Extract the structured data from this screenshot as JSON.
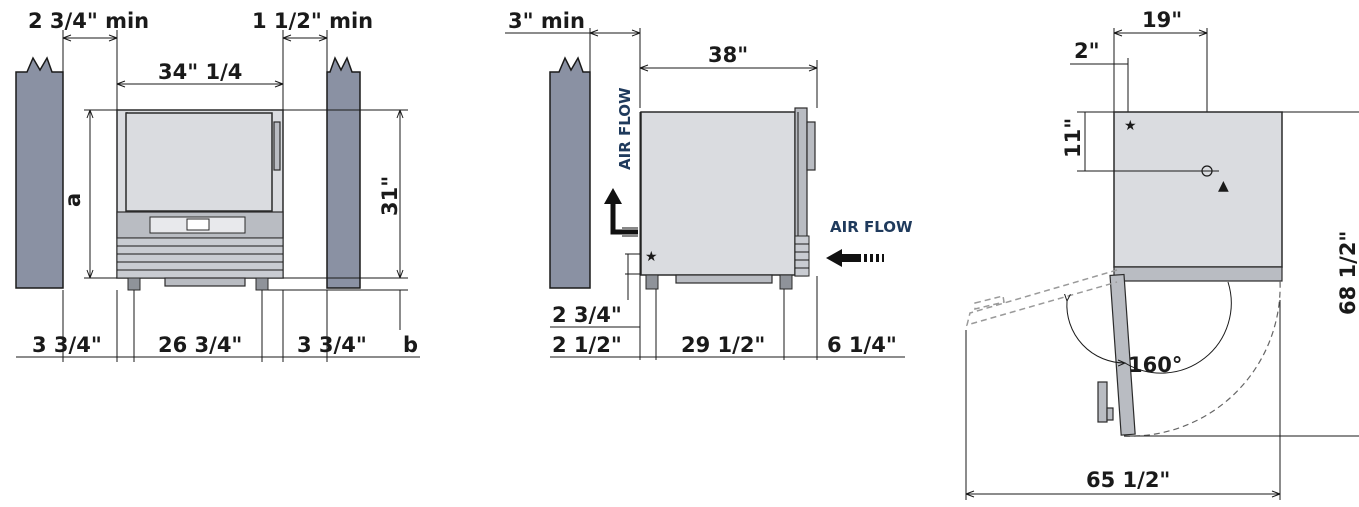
{
  "front_view": {
    "left_clearance": "2 3/4\" min",
    "right_clearance": "1 1/2\" min",
    "width": "34\" 1/4",
    "height_label_a": "a",
    "height": "31\"",
    "side_left": "3 3/4\"",
    "feet_span": "26 3/4\"",
    "side_right": "3 3/4\"",
    "foot_label_b": "b"
  },
  "side_view": {
    "rear_clearance": "3\" min",
    "depth": "38\"",
    "air_flow_up": "AIR FLOW",
    "air_flow_in": "AIR FLOW",
    "inlet_height": "2 3/4\"",
    "rear_offset": "2 1/2\"",
    "feet_depth": "29 1/2\"",
    "front_offset": "6 1/4\""
  },
  "top_view": {
    "center_x": "19\"",
    "star_offset": "2\"",
    "center_y": "11\"",
    "door_angle": "160°",
    "total_depth": "68 1/2\"",
    "swing_width": "65 1/2\""
  },
  "colors": {
    "wall": "#8a91a3",
    "unit_body": "#dadce0",
    "air_flow_text": "#1f3a5c"
  }
}
